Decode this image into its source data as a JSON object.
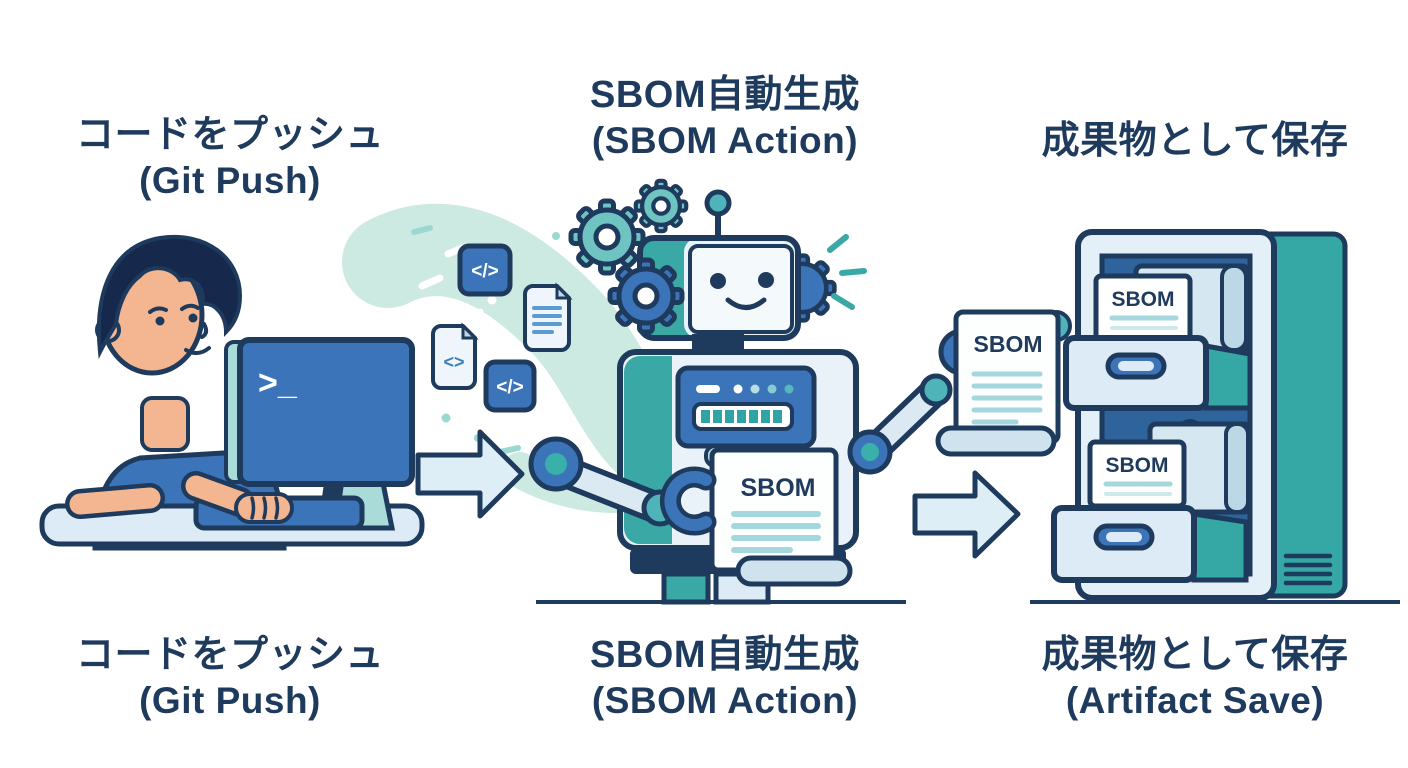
{
  "page": {
    "background": "#ffffff"
  },
  "palette": {
    "navy": "#1e3a5c",
    "blue": "#3b74b8",
    "teal": "#3aa8a5",
    "teal_light": "#9fd8dc",
    "light_blue": "#dcebf5",
    "mint": "#cdeae2",
    "skin": "#f3b690",
    "hair": "#16294d",
    "white": "#ffffff"
  },
  "labels": {
    "top_left": {
      "line1": "コードをプッシュ",
      "line2": "(Git Push)"
    },
    "top_center": {
      "line1": "SBOM自動生成",
      "line2": "(SBOM Action)"
    },
    "top_right": {
      "line1": "成果物として保存"
    },
    "bottom_left": {
      "line1": "コードをプッシュ",
      "line2": "(Git Push)"
    },
    "bottom_center": {
      "line1": "SBOM自動生成",
      "line2": "(SBOM Action)"
    },
    "bottom_right": {
      "line1": "成果物として保存",
      "line2": "(Artifact Save)"
    }
  },
  "illustration": {
    "terminal_prompt": ">_",
    "code_icon": "</>",
    "code_icon_small": "<>",
    "doc_label": "SBOM"
  }
}
